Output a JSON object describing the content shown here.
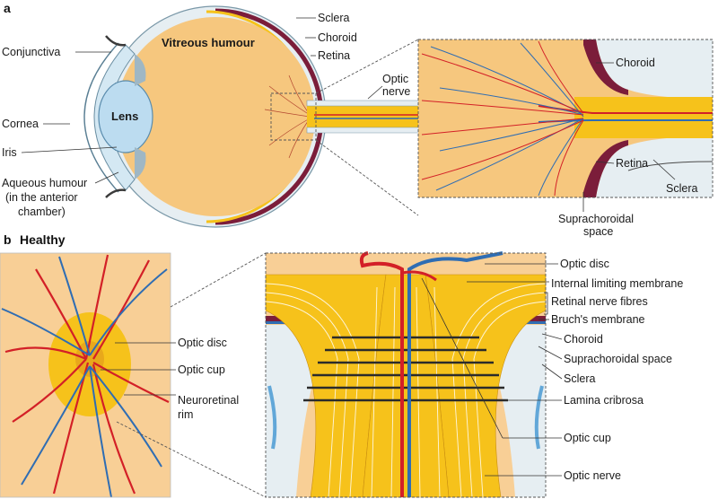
{
  "panel_a": {
    "letter": "a",
    "labels": {
      "sclera": "Sclera",
      "choroid": "Choroid",
      "retina": "Retina",
      "vitreous": "Vitreous humour",
      "conjunctiva": "Conjunctiva",
      "cornea": "Cornea",
      "lens": "Lens",
      "iris": "Iris",
      "aqueous_1": "Aqueous humour",
      "aqueous_2": "(in the anterior",
      "aqueous_3": "chamber)",
      "optic_nerve_1": "Optic",
      "optic_nerve_2": "nerve",
      "inset_choroid": "Choroid",
      "inset_retina": "Retina",
      "inset_sclera": "Sclera",
      "suprachoroidal_1": "Suprachoroidal",
      "suprachoroidal_2": "space"
    }
  },
  "panel_b": {
    "letter": "b",
    "title": "Healthy",
    "fundus_labels": {
      "optic_disc": "Optic disc",
      "optic_cup": "Optic cup",
      "neuroretinal_1": "Neuroretinal",
      "neuroretinal_2": "rim"
    },
    "section_labels": {
      "optic_disc": "Optic disc",
      "ilm": "Internal limiting membrane",
      "rnf": "Retinal nerve fibres",
      "bruch": "Bruch's membrane",
      "choroid": "Choroid",
      "suprachoroidal": "Suprachoroidal space",
      "sclera": "Sclera",
      "lamina": "Lamina cribrosa",
      "optic_cup": "Optic cup",
      "optic_nerve": "Optic nerve"
    }
  },
  "colors": {
    "vitreous": "#f6c77e",
    "nerve": "#f6c21b",
    "sclera": "#e6eef2",
    "choroid": "#7b1d3a",
    "artery": "#d32027",
    "vein": "#2f6db3",
    "cornea": "#d4e8f3",
    "lens": "#bcdcf0",
    "fundus_bg": "#f8cf96",
    "disc": "#f6c21b"
  }
}
